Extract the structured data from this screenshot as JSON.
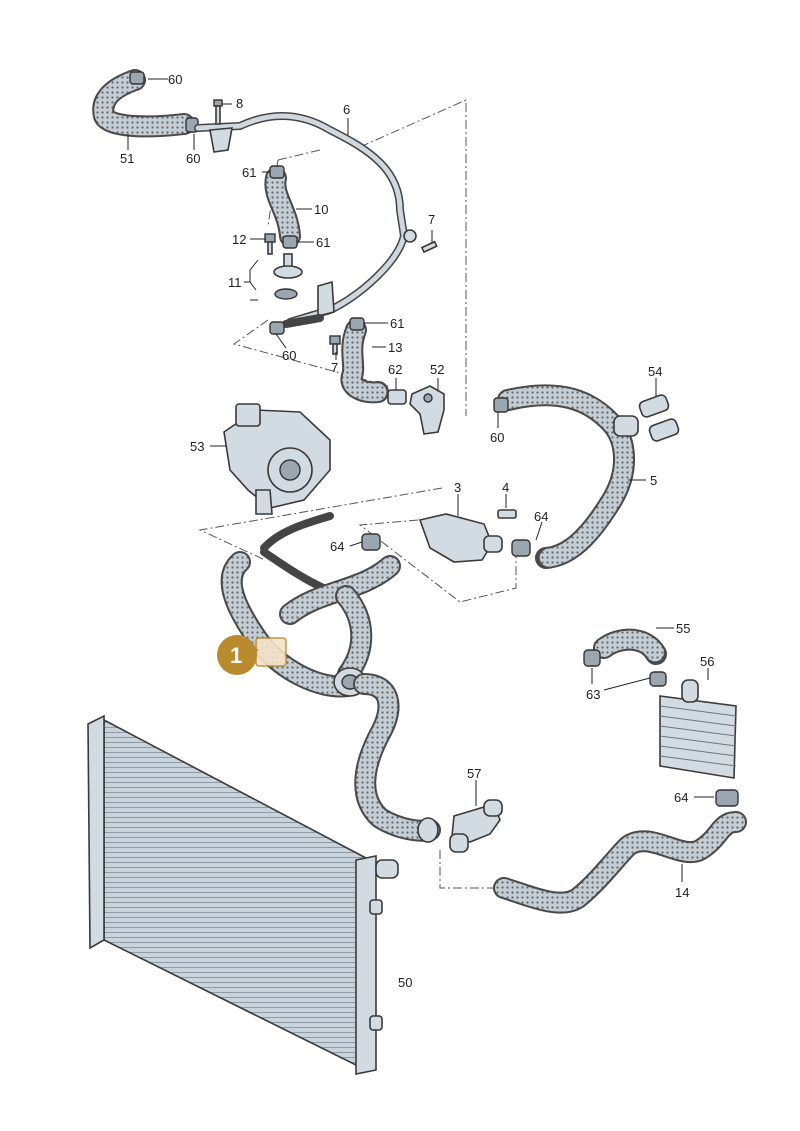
{
  "colors": {
    "hose_fill": "#b9c4cc",
    "hose_dots": "#6d6d6d",
    "part_fill": "#d3dbe2",
    "radiator_fill": "#c3ced8",
    "callout_fill": "#b98a2e",
    "callout_highlight": "#f3e3c8",
    "callout_text": "#ffffff"
  },
  "callout": {
    "number": "1",
    "icon": "highlight-callout-icon"
  },
  "labels": {
    "l60a": "60",
    "l51": "51",
    "l60b": "60",
    "l8": "8",
    "l6": "6",
    "l61a": "61",
    "l10": "10",
    "l7a": "7",
    "l12": "12",
    "l61b": "61",
    "l11": "11",
    "l61c": "61",
    "l60c": "60",
    "l13": "13",
    "l7b": "7",
    "l62": "62",
    "l52": "52",
    "l54": "54",
    "l60d": "60",
    "l53": "53",
    "l5": "5",
    "l3": "3",
    "l4": "4",
    "l64a": "64",
    "l64b": "64",
    "l55": "55",
    "l56": "56",
    "l63": "63",
    "l57": "57",
    "l64c": "64",
    "l14": "14",
    "l50": "50"
  }
}
